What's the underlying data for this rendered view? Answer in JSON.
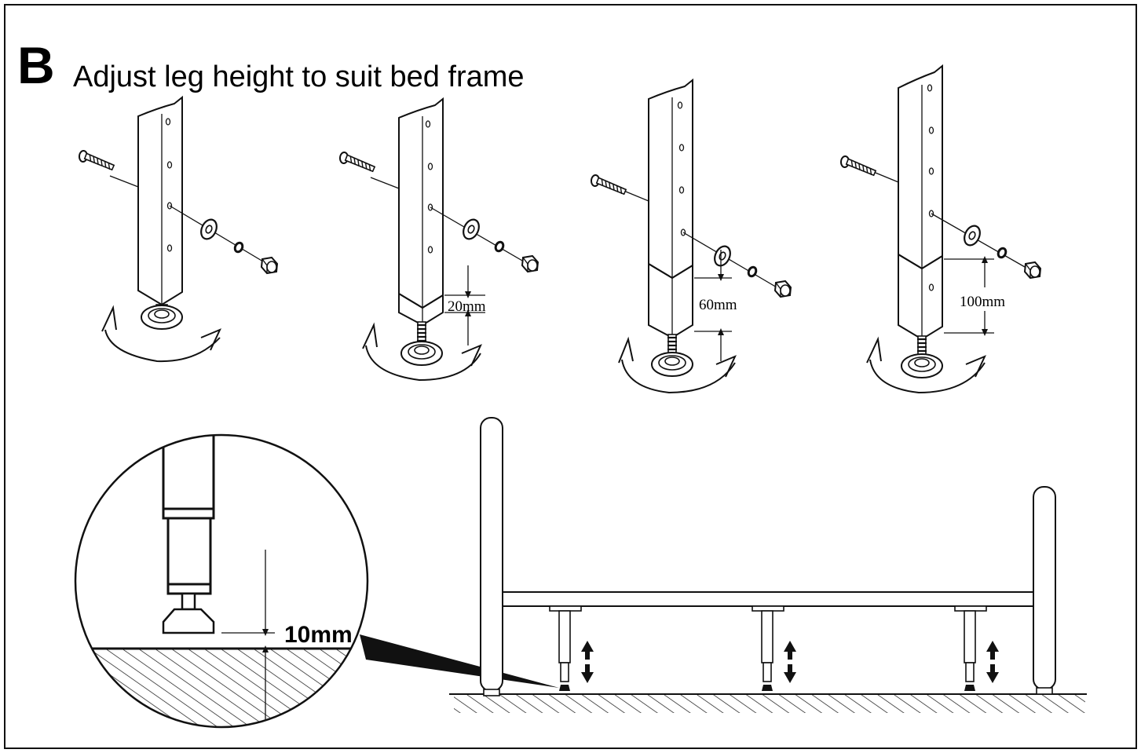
{
  "step": {
    "letter": "B",
    "title": "Adjust leg height to suit bed frame"
  },
  "adjustments": [
    {
      "label": ""
    },
    {
      "label": "20mm"
    },
    {
      "label": "60mm"
    },
    {
      "label": "100mm"
    }
  ],
  "detail": {
    "clearance_label": "10mm"
  },
  "icons": {
    "rotate": "rotate-arrow-icon",
    "updown": "up-down-arrow-icon"
  }
}
